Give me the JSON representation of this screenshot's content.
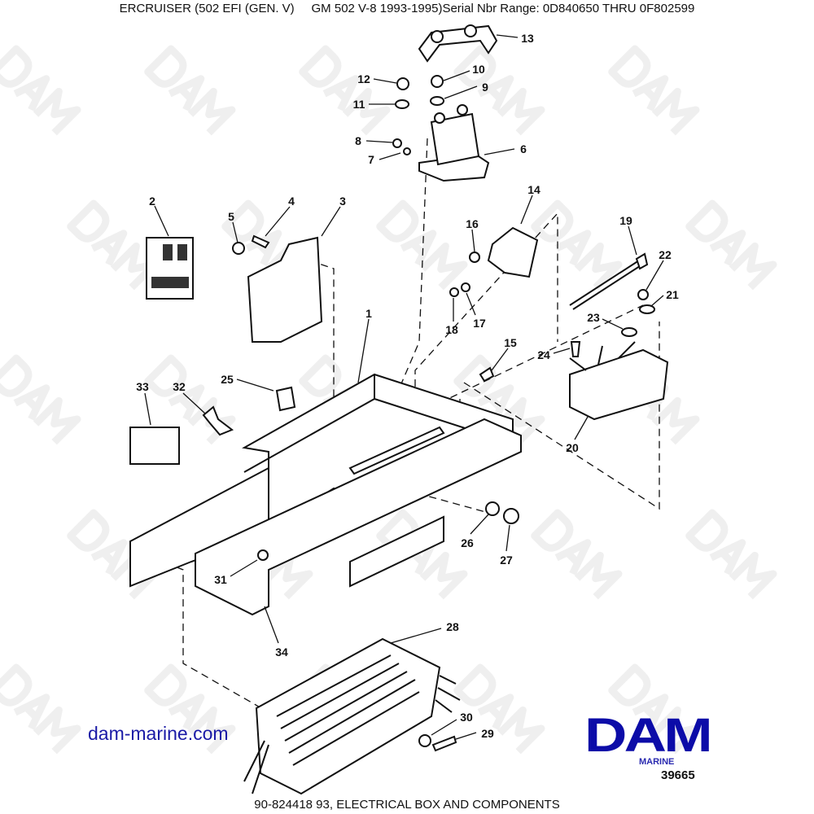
{
  "header": {
    "title": "ERCRUISER (502 EFI (GEN. V)     GM 502 V-8 1993-1995)Serial Nbr Range: 0D840650 THRU 0F802599"
  },
  "footer": {
    "caption": "90-824418 93, ELECTRICAL BOX AND COMPONENTS"
  },
  "website": "dam-marine.com",
  "logo": {
    "text": "DAM",
    "subtext": "MARINE",
    "color": "#0c0ca8"
  },
  "watermark": "DAM",
  "figure_number": "39665",
  "parts": {
    "p1": "1",
    "p2": "2",
    "p3": "3",
    "p4": "4",
    "p5": "5",
    "p6": "6",
    "p7": "7",
    "p8": "8",
    "p9": "9",
    "p10": "10",
    "p11": "11",
    "p12": "12",
    "p13": "13",
    "p14": "14",
    "p15": "15",
    "p16": "16",
    "p17": "17",
    "p18": "18",
    "p19": "19",
    "p20": "20",
    "p21": "21",
    "p22": "22",
    "p23": "23",
    "p24": "24",
    "p25": "25",
    "p26": "26",
    "p27": "27",
    "p28": "28",
    "p29": "29",
    "p30": "30",
    "p31": "31",
    "p32": "32",
    "p33": "33",
    "p34": "34"
  }
}
